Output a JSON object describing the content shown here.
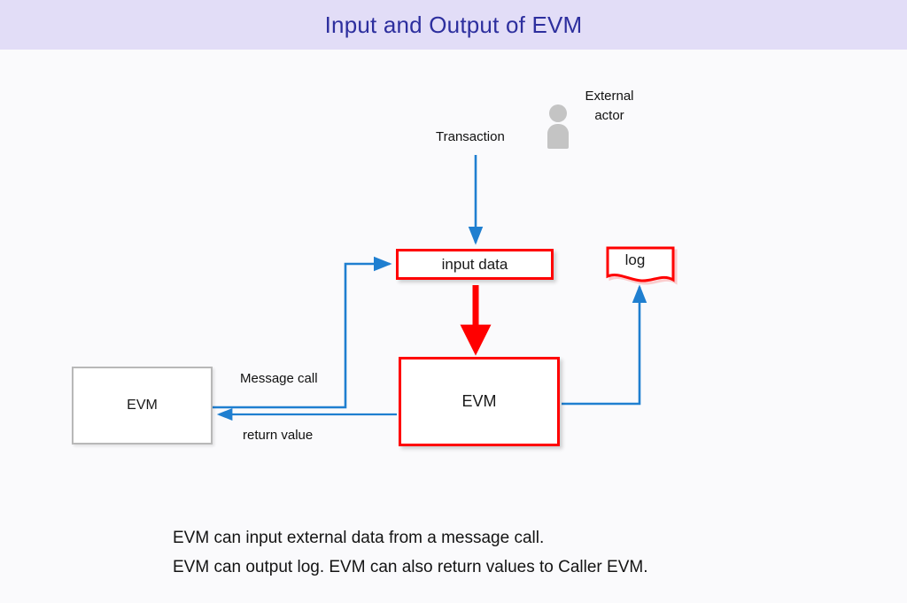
{
  "header": {
    "title": "Input and Output of EVM",
    "background_color": "#e2ddf7",
    "title_color": "#2d2f9e"
  },
  "canvas": {
    "background_color": "#fafafc"
  },
  "diagram": {
    "actor": {
      "icon": "person-icon",
      "label_line1": "External",
      "label_line2": "actor",
      "color": "#c4c4c4"
    },
    "nodes": [
      {
        "id": "input-data",
        "label": "input data",
        "border_color": "#ff0000",
        "fill_color": "#ffffff"
      },
      {
        "id": "log",
        "label": "log",
        "border_color": "#ff0000",
        "fill_color": "#ffffff",
        "shape": "document-wavy-bottom"
      },
      {
        "id": "evm-main",
        "label": "EVM",
        "border_color": "#ff0000",
        "fill_color": "#ffffff"
      },
      {
        "id": "evm-caller",
        "label": "EVM",
        "border_color": "#b8b8b8",
        "fill_color": "#ffffff"
      }
    ],
    "edges": [
      {
        "id": "transaction-arrow",
        "label": "Transaction",
        "color": "#1f7fd0",
        "from": "external-actor",
        "to": "input-data"
      },
      {
        "id": "message-call-arrow",
        "label": "Message call",
        "color": "#1f7fd0",
        "from": "evm-caller",
        "to": "input-data"
      },
      {
        "id": "return-value-arrow",
        "label": "return value",
        "color": "#1f7fd0",
        "from": "evm-main",
        "to": "evm-caller"
      },
      {
        "id": "input-to-evm-arrow",
        "label": "",
        "color": "#ff0000",
        "from": "input-data",
        "to": "evm-main"
      },
      {
        "id": "evm-to-log-arrow",
        "label": "",
        "color": "#1f7fd0",
        "from": "evm-main",
        "to": "log"
      }
    ]
  },
  "caption": {
    "line1": "EVM can input external data from a message call.",
    "line2": "EVM can output log. EVM can also return values to Caller EVM."
  }
}
